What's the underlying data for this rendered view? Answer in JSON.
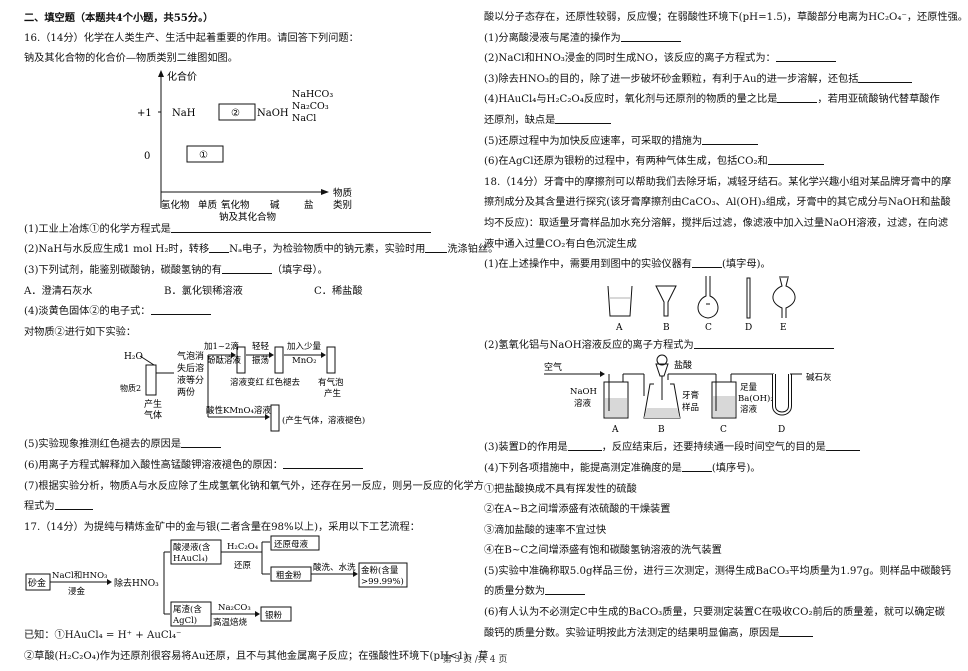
{
  "left": {
    "section_title": "二、填空题（本题共4个小题，共55分。）",
    "q16": {
      "stem": "16.（14分）化学在人类生产、生活中起着重要的作用。请回答下列问题：",
      "intro": "钠及其化合物的化合价—物质类别二维图如图。",
      "diagram": {
        "y_title": "化合价",
        "y_ticks": [
          "+1",
          "0"
        ],
        "x_ticks": [
          "氢化物",
          "单质",
          "氧化物",
          "碱",
          "盐"
        ],
        "x_title_end": "物质类别",
        "x_caption": "钠及其化合物",
        "items": {
          "nah": "NaH",
          "box2": "②",
          "naoh": "NaOH",
          "box1": "①",
          "salts": [
            "NaHCO₃",
            "Na₂CO₃",
            "NaCl"
          ]
        }
      },
      "p1": "(1)工业上冶炼①的化学方程式是",
      "p2a": "(2)NaH与水反应生成1 mol H₂时，转移",
      "p2b": "Nₐ电子，为检验物质中的钠元素，实验时用",
      "p2c": "洗涤铂丝。",
      "p3": "(3)下列试剂，能鉴别碳酸钠，碳酸氢钠的有",
      "p3b": "（填字母）。",
      "opts": [
        "A．澄清石灰水",
        "B．氯化钡稀溶液",
        "C．稀盐酸"
      ],
      "p4": "(4)淡黄色固体②的电子式：",
      "p4b": "对物质②进行如下实验：",
      "flow": {
        "water": "H₂O",
        "sub2": "物质2",
        "gas": [
          "产生",
          "气体"
        ],
        "mid": [
          "气泡消",
          "失后溶",
          "液等分",
          "两份"
        ],
        "l1": [
          "加1~2滴",
          "酚酞溶液"
        ],
        "l2": [
          "轻轻",
          "振荡"
        ],
        "l3": [
          "加入少量",
          "MnO₂"
        ],
        "t1": "溶液变红",
        "t2": "红色褪去",
        "t3": [
          "有气泡",
          "产生"
        ],
        "l4": "酸性KMnO₄溶液",
        "t4": "(产生气体，溶液褪色)"
      },
      "p5": "(5)实验现象推测红色褪去的原因是",
      "p6": "(6)用离子方程式解释加入酸性高锰酸钾溶液褪色的原因：",
      "p7": "(7)根据实验分析，物质A与水反应除了生成氢氧化钠和氧气外，还存在另一反应，则另一反应的化学方",
      "p7b": "程式为"
    },
    "q17": {
      "stem": "17.（14分）为提纯与精炼金矿中的金与银(二者含量在98%以上)，采用以下工艺流程：",
      "flow": {
        "ore": "砂金",
        "s1": [
          "NaCl和HNO₃",
          "浸金"
        ],
        "s2": "除去HNO₃",
        "b1": [
          "酸浸液(含",
          "HAuCl₄)"
        ],
        "b2": "还原母液",
        "r1": [
          "H₂C₂O₄",
          "还原"
        ],
        "b3": "粗金粉",
        "s3": "酸洗、水洗",
        "b4": [
          "金粉(含量",
          ">99.99%)"
        ],
        "b5": [
          "尾渣(含",
          "AgCl)"
        ],
        "r2": [
          "Na₂CO₃",
          "高温焙烧"
        ],
        "b6": "银粉"
      },
      "known1": "已知：①HAuCl₄ = H⁺ + AuCl₄⁻",
      "known2": "②草酸(H₂C₂O₄)作为还原剂很容易将Au还原，且不与其他金属离子反应；在强酸性环境下(pH<1)，草"
    }
  },
  "right": {
    "cont": "酸以分子态存在，还原性较弱，反应慢；在弱酸性环境下(pH=1.5)，草酸部分电离为HC₂O₄⁻，还原性强。",
    "a1": "(1)分离酸浸液与尾渣的操作为",
    "a2": "(2)NaCl和HNO₃浸金的同时生成NO，该反应的离子方程式为：",
    "a3": "(3)除去HNO₃的目的，除了进一步破坏砂金颗粒，有利于Au的进一步溶解，还包括",
    "a4": "(4)HAuCl₄与H₂C₂O₄反应时，氧化剂与还原剂的物质的量之比是",
    "a4b": "，若用亚硫酸钠代替草酸作",
    "a4c": "还原剂，缺点是",
    "a5": "(5)还原过程中为加快反应速率，可采取的措施为",
    "a6": "(6)在AgCl还原为银粉的过程中，有两种气体生成，包括CO₂和",
    "q18": {
      "stem": "18.（14分）牙膏中的摩擦剂可以帮助我们去除牙垢，减轻牙结石。某化学兴趣小组对某品牌牙膏中的摩",
      "stem2": "擦剂成分及其含量进行探究(该牙膏摩擦剂由CaCO₃、Al(OH)₃组成，牙膏中的其它成分与NaOH和盐酸",
      "stem3": "均不反应)：取适量牙膏样品加水充分溶解，搅拌后过滤，像滤液中加入过量NaOH溶液，过滤，在向滤",
      "stem4": "液中通入过量CO₂有白色沉淀生成",
      "b1": "(1)在上述操作中，需要用到图中的实验仪器有",
      "b1b": "(填字母)。",
      "apparatus": [
        "A",
        "B",
        "C",
        "D",
        "E"
      ],
      "b2": "(2)氢氧化铝与NaOH溶液反应的离子方程式为",
      "setup": {
        "air": "空气",
        "hcl": "盐酸",
        "naoh": [
          "NaOH",
          "溶液"
        ],
        "sample": [
          "牙膏",
          "样品"
        ],
        "baoh": [
          "足量",
          "Ba(OH)₂",
          "溶液"
        ],
        "lime": "碱石灰",
        "labels": [
          "A",
          "B",
          "C",
          "D"
        ]
      },
      "b3": "(3)装置D的作用是",
      "b3b": "，反应结束后，还要持续通一段时间空气的目的是",
      "b4": "(4)下列各项措施中，能提高测定准确度的是",
      "b4b": "(填序号)。",
      "m1": "①把盐酸换成不具有挥发性的硫酸",
      "m2": "②在A~B之间增添盛有浓硫酸的干燥装置",
      "m3": "③滴加盐酸的速率不宜过快",
      "m4": "④在B~C之间增添盛有饱和碳酸氢钠溶液的洗气装置",
      "b5": "(5)实验中准确称取5.0g样品三份，进行三次测定，测得生成BaCO₃平均质量为1.97g。则样品中碳酸钙",
      "b5b": "的质量分数为",
      "b6": "(6)有人认为不必测定C中生成的BaCO₃质量，只要测定装置C在吸收CO₂前后的质量差，就可以确定碳",
      "b6b": "酸钙的质量分数。实验证明按此方法测定的结果明显偏高，原因是"
    }
  },
  "footer": "第 3 页 /共 4 页"
}
